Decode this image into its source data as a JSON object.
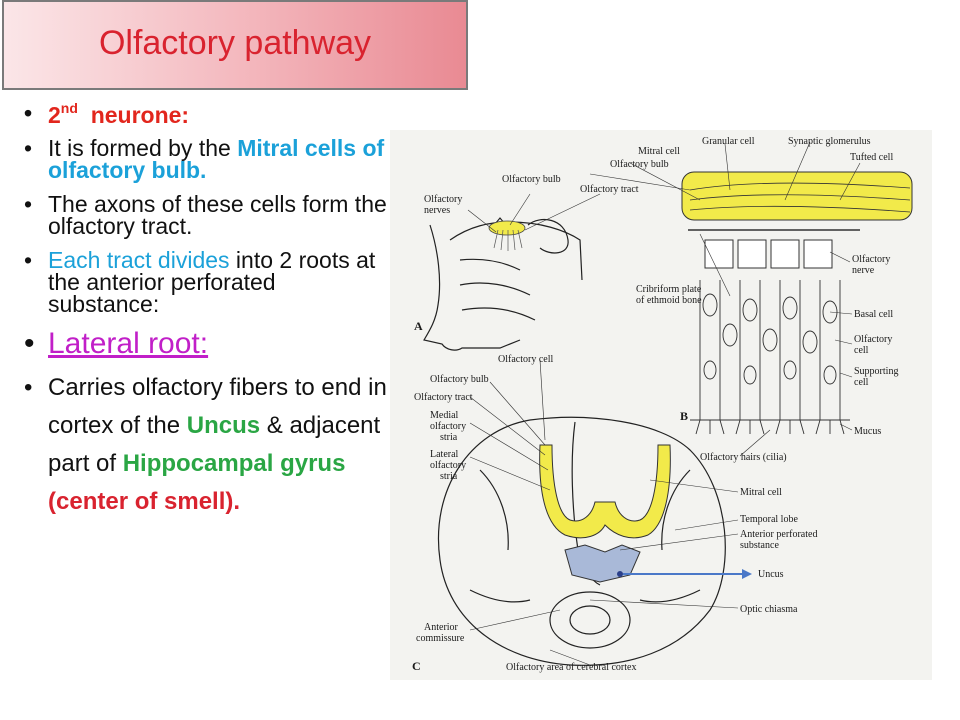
{
  "title": "Olfactory pathway",
  "bullets": {
    "b1_main": "2",
    "b1_sup": "nd",
    "b1_rest": "neurone:",
    "b2_pre": "It is formed by the ",
    "b2_blue": "Mitral cells of olfactory bulb.",
    "b3": "The axons of these cells form the olfactory tract.",
    "b4_blue": "Each tract divides",
    "b4_rest": " into 2 roots at the anterior perforated substance:",
    "b5": "Lateral root:",
    "b6_a": "Carries olfactory fibers to end in cortex of the ",
    "b6_uncus": "Uncus",
    "b6_b": " & adjacent part of ",
    "b6_hippo": "Hippocampal  gyrus",
    "b6_center": "(center of smell)."
  },
  "figure": {
    "labels_top": {
      "mitral_cell": "Mitral cell",
      "granular_cell": "Granular cell",
      "synaptic_glomerulus": "Synaptic glomerulus",
      "olfactory_bulb_a": "Olfactory bulb",
      "tufted_cell": "Tufted cell",
      "olfactory_bulb_b": "Olfactory bulb",
      "olfactory_tract": "Olfactory tract",
      "olfactory_nerves_1": "Olfactory",
      "olfactory_nerves_2": "nerves",
      "olfactory_nerve_1": "Olfactory",
      "olfactory_nerve_2": "nerve",
      "cribriform_1": "Cribriform plate",
      "cribriform_2": "of ethmoid bone",
      "basal_cell": "Basal cell",
      "olfactory_cell_1": "Olfactory",
      "olfactory_cell_2": "cell",
      "supporting_1": "Supporting",
      "supporting_2": "cell",
      "mucus": "Mucus",
      "olfactory_hairs": "Olfactory hairs (cilia)",
      "panel_a": "A",
      "panel_b": "B"
    },
    "labels_bottom": {
      "olfactory_cell": "Olfactory cell",
      "olfactory_bulb": "Olfactory bulb",
      "olfactory_tract": "Olfactory tract",
      "medial_1": "Medial",
      "medial_2": "olfactory",
      "medial_3": "stria",
      "lateral_1": "Lateral",
      "lateral_2": "olfactory",
      "lateral_3": "stria",
      "mitral_cell": "Mitral cell",
      "temporal_lobe": "Temporal lobe",
      "anterior_perf_1": "Anterior perforated",
      "anterior_perf_2": "substance",
      "uncus": "Uncus",
      "optic_chiasma": "Optic chiasma",
      "anterior_comm_1": "Anterior",
      "anterior_comm_2": "commissure",
      "olfactory_area": "Olfactory area of cerebral cortex",
      "panel_c": "C"
    }
  },
  "colors": {
    "title": "#d9232f",
    "blue": "#1ba1d9",
    "green": "#2aa644",
    "red": "#d9232f",
    "magenta": "#c11fc8",
    "arrow": "#4a78c8",
    "yellow": "#f2ea4a"
  }
}
